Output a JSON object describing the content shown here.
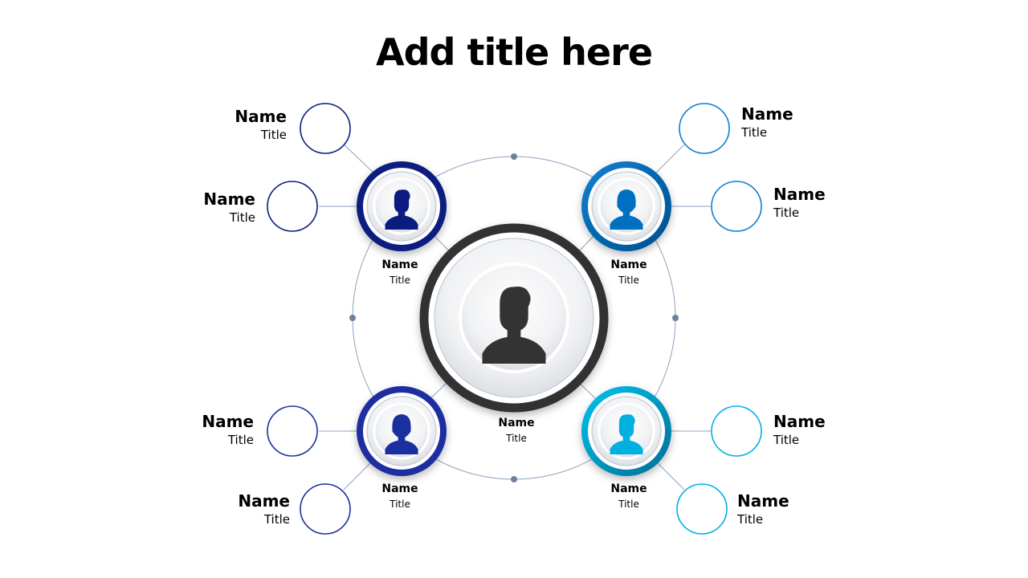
{
  "title": "Add title here",
  "colors": {
    "center": "#333333",
    "top_left": "#0b1b7f",
    "top_right": "#0070c0",
    "bottom_left": "#1a2fa0",
    "bottom_right": "#00b0e0",
    "outer_avatar": "#aebccb",
    "connector": "#8fa3bc"
  },
  "center": {
    "name": "Name",
    "title": "Title"
  },
  "groups": {
    "top_left": {
      "hub": {
        "name": "Name",
        "title": "Title"
      },
      "members": [
        {
          "name": "Name",
          "title": "Title",
          "icon": "female-user-icon"
        },
        {
          "name": "Name",
          "title": "Title",
          "icon": "male-user-icon"
        }
      ]
    },
    "top_right": {
      "hub": {
        "name": "Name",
        "title": "Title"
      },
      "members": [
        {
          "name": "Name",
          "title": "Title",
          "icon": "female-user-icon"
        },
        {
          "name": "Name",
          "title": "Title",
          "icon": "male-user-icon"
        }
      ]
    },
    "bottom_left": {
      "hub": {
        "name": "Name",
        "title": "Title"
      },
      "members": [
        {
          "name": "Name",
          "title": "Title",
          "icon": "male-user-icon"
        },
        {
          "name": "Name",
          "title": "Title",
          "icon": "female-user-icon"
        }
      ]
    },
    "bottom_right": {
      "hub": {
        "name": "Name",
        "title": "Title"
      },
      "members": [
        {
          "name": "Name",
          "title": "Title",
          "icon": "male-user-icon"
        },
        {
          "name": "Name",
          "title": "Title",
          "icon": "male-user-icon"
        }
      ]
    }
  }
}
